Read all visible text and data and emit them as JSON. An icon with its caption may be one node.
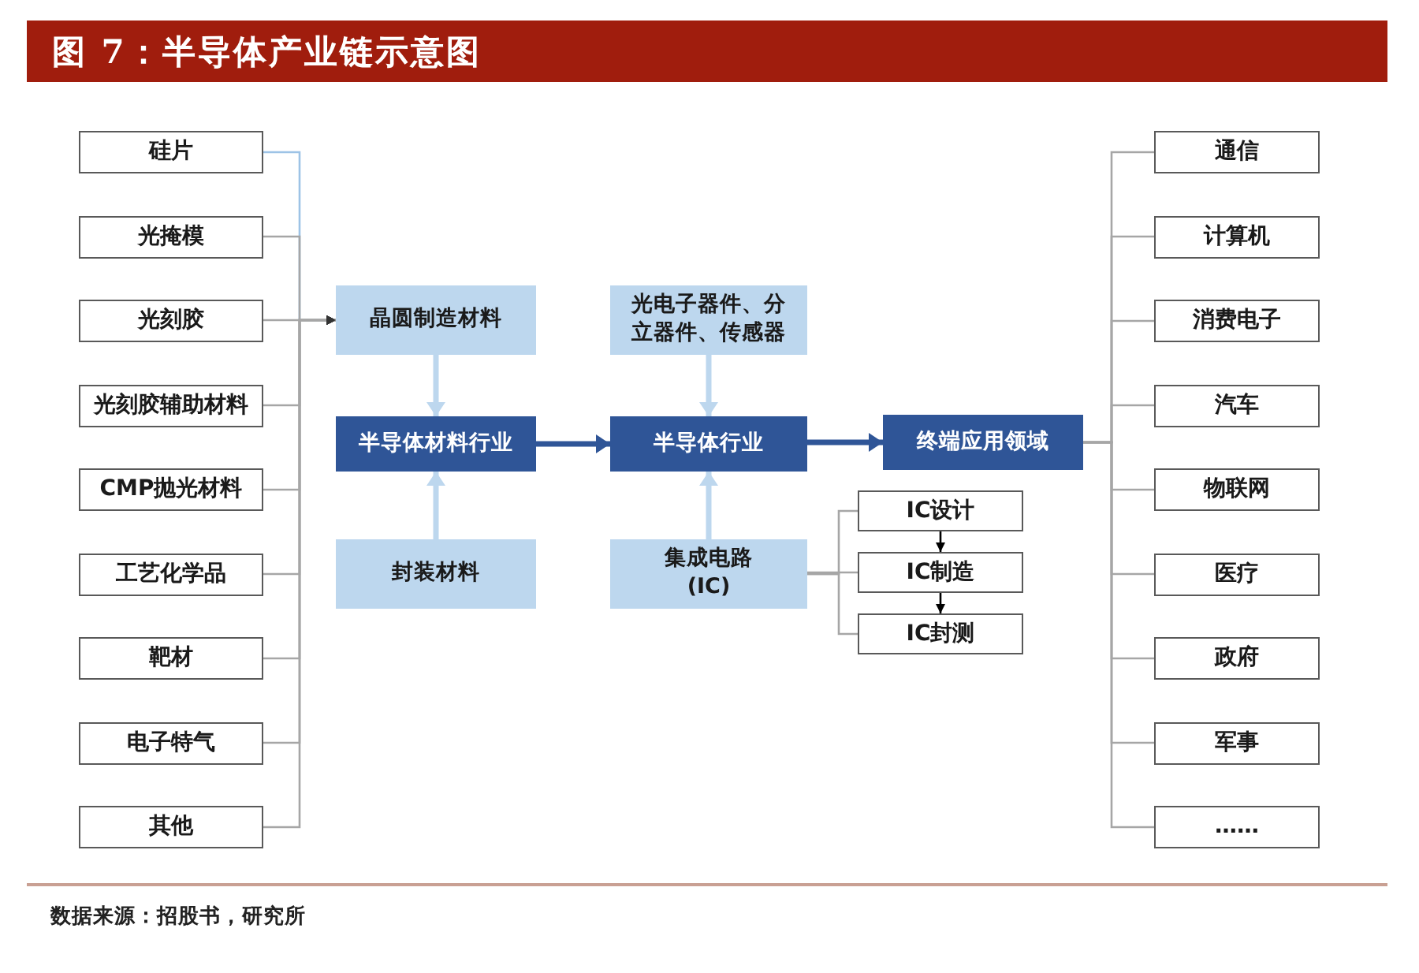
{
  "diagram": {
    "title": "图 7：半导体产业链示意图",
    "caption": "数据来源：招股书，研究所",
    "nodes": [
      {
        "text": [
          "硅片"
        ]
      },
      {
        "text": [
          "光掩模"
        ]
      },
      {
        "text": [
          "光刻胶"
        ]
      },
      {
        "text": [
          "光刻胶辅助材料"
        ]
      },
      {
        "text": [
          "CMP抛光材料"
        ]
      },
      {
        "text": [
          "工艺化学品"
        ]
      },
      {
        "text": [
          "靶材"
        ]
      },
      {
        "text": [
          "电子特气"
        ]
      },
      {
        "text": [
          "其他"
        ]
      },
      {
        "text": [
          "晶圆制造材料"
        ]
      },
      {
        "text": [
          "半导体材料行业"
        ]
      },
      {
        "text": [
          "封装材料"
        ]
      },
      {
        "text": [
          "光电子器件、分立器件、传感器"
        ]
      },
      {
        "text": [
          "半导体行业"
        ]
      },
      {
        "text": [
          "集成电路(IC)"
        ]
      },
      {
        "text": [
          "终端应用领域"
        ]
      },
      {
        "text": [
          "IC设计"
        ]
      },
      {
        "text": [
          "IC制造"
        ]
      },
      {
        "text": [
          "IC封测"
        ]
      },
      {
        "text": [
          "通信"
        ]
      },
      {
        "text": [
          "计算机"
        ]
      },
      {
        "text": [
          "消费电子"
        ]
      },
      {
        "text": [
          "汽车"
        ]
      },
      {
        "text": [
          "物联网"
        ]
      },
      {
        "text": [
          "医疗"
        ]
      },
      {
        "text": [
          "政府"
        ]
      },
      {
        "text": [
          "军事"
        ]
      },
      {
        "text": [
          "……"
        ]
      }
    ],
    "edges": [
      {
        "from": 0,
        "to": 9,
        "arrow": "to",
        "color": "#9dc3e6"
      },
      {
        "from": 1,
        "to": 9,
        "arrow": "to"
      },
      {
        "from": 2,
        "to": 9,
        "arrow": "to"
      },
      {
        "from": 3,
        "to": 9,
        "arrow": "to"
      },
      {
        "from": 4,
        "to": 9,
        "arrow": "to"
      },
      {
        "from": 5,
        "to": 9,
        "arrow": "to"
      },
      {
        "from": 6,
        "to": 9,
        "arrow": "to"
      },
      {
        "from": 7,
        "to": 9,
        "arrow": "to"
      },
      {
        "from": 8,
        "to": 9,
        "arrow": "to"
      },
      {
        "from": 9,
        "to": 10,
        "arrow": "to",
        "style": "thick",
        "color": "#bdd7ee"
      },
      {
        "from": 11,
        "to": 10,
        "arrow": "to",
        "style": "thick",
        "color": "#bdd7ee"
      },
      {
        "from": 10,
        "to": 13,
        "arrow": "to",
        "style": "thick",
        "color": "#2f5597"
      },
      {
        "from": 12,
        "to": 13,
        "arrow": "to",
        "style": "thick",
        "color": "#bdd7ee"
      },
      {
        "from": 14,
        "to": 13,
        "arrow": "to",
        "style": "thick",
        "color": "#bdd7ee"
      },
      {
        "from": 13,
        "to": 15,
        "arrow": "to",
        "style": "thick",
        "color": "#2f5597"
      },
      {
        "from": 14,
        "to": 16,
        "arrow": "none"
      },
      {
        "from": 14,
        "to": 17,
        "arrow": "none"
      },
      {
        "from": 14,
        "to": 18,
        "arrow": "none"
      },
      {
        "from": 16,
        "to": 17,
        "arrow": "to",
        "color": "#000000"
      },
      {
        "from": 17,
        "to": 18,
        "arrow": "to",
        "color": "#000000"
      },
      {
        "from": 15,
        "to": 19,
        "arrow": "none"
      },
      {
        "from": 15,
        "to": 20,
        "arrow": "none"
      },
      {
        "from": 15,
        "to": 21,
        "arrow": "none"
      },
      {
        "from": 15,
        "to": 22,
        "arrow": "none"
      },
      {
        "from": 15,
        "to": 23,
        "arrow": "none"
      },
      {
        "from": 15,
        "to": 24,
        "arrow": "none"
      },
      {
        "from": 15,
        "to": 25,
        "arrow": "none"
      },
      {
        "from": 15,
        "to": 26,
        "arrow": "none"
      },
      {
        "from": 15,
        "to": 27,
        "arrow": "none"
      }
    ]
  }
}
